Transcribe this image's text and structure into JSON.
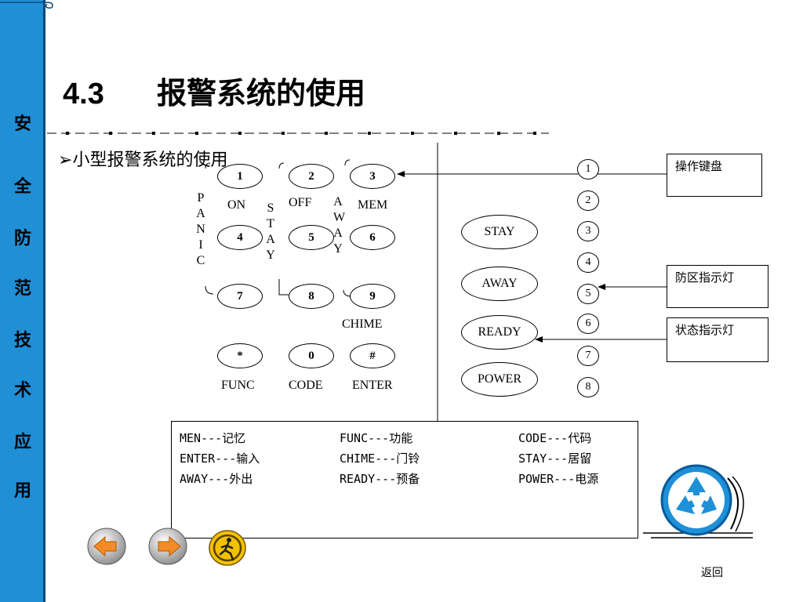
{
  "sidebar": {
    "chars": [
      "安",
      "全",
      "防",
      "范",
      "技",
      "术",
      "应",
      "用"
    ]
  },
  "title": {
    "number": "4.3",
    "text": "报警系统的使用"
  },
  "subtitle": {
    "bullet": "➢",
    "text": "小型报警系统的使用"
  },
  "keypad": {
    "keys": [
      "1",
      "2",
      "3",
      "4",
      "5",
      "6",
      "7",
      "8",
      "9",
      "*",
      "0",
      "#"
    ],
    "labels": {
      "on": "ON",
      "off": "OFF",
      "mem": "MEM",
      "chime": "CHIME",
      "func": "FUNC",
      "code": "CODE",
      "enter": "ENTER"
    },
    "vertical_labels": {
      "panic": "PANIC",
      "stay": "STAY",
      "away": "AWAY"
    }
  },
  "indicators": [
    "STAY",
    "AWAY",
    "READY",
    "POWER"
  ],
  "zones": [
    "1",
    "2",
    "3",
    "4",
    "5",
    "6",
    "7",
    "8"
  ],
  "callouts": {
    "keyboard": "操作键盘",
    "zone_lights": "防区指示灯",
    "status_lights": "状态指示灯"
  },
  "legend": [
    [
      "MEN---记忆",
      "FUNC---功能",
      "CODE---代码"
    ],
    [
      "ENTER---输入",
      "CHIME---门铃",
      "STAY---居留"
    ],
    [
      "AWAY---外出",
      "READY---预备",
      "POWER---电源"
    ]
  ],
  "nav": {
    "back_link": "返回"
  },
  "icons": {
    "prev": "arrow-left-icon",
    "next": "arrow-right-icon",
    "exit": "exit-runner-icon",
    "recycle": "recycle-icon"
  },
  "colors": {
    "sidebar": "#1f8fd6",
    "accent_orange": "#f28c28",
    "exit_yellow": "#f2c200",
    "recycle_blue": "#1e90d8"
  }
}
